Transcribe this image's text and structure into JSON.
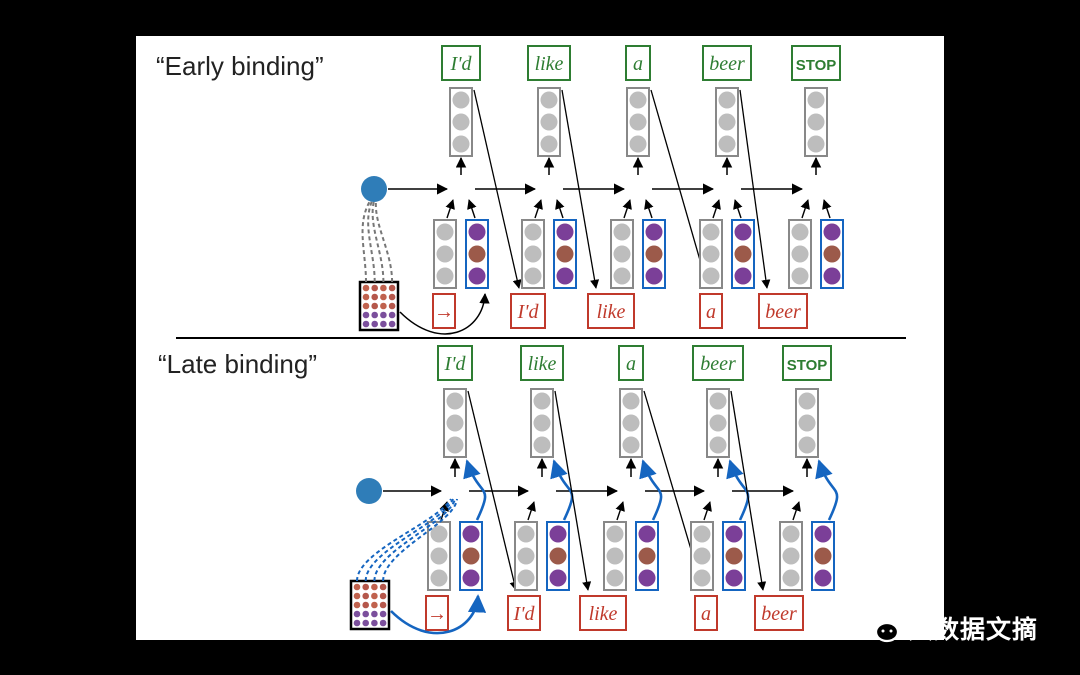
{
  "panels": {
    "early": {
      "title": "“Early binding”",
      "outputs": [
        "I'd",
        "like",
        "a",
        "beer",
        "STOP"
      ],
      "inputs": [
        "→",
        "I'd",
        "like",
        "a",
        "beer"
      ]
    },
    "late": {
      "title": "“Late binding”",
      "outputs": [
        "I'd",
        "like",
        "a",
        "beer",
        "STOP"
      ],
      "inputs": [
        "→",
        "I'd",
        "like",
        "a",
        "beer"
      ]
    }
  },
  "colors": {
    "node": "#2f7db8",
    "output_box": "#2e7d32",
    "input_box": "#c0392b",
    "gray_cell": "#bdbdbd",
    "embed_border": "#1565c0",
    "embed_purple": "#7b3f98",
    "embed_brown": "#9c5a4a",
    "bind_arrow": "#1565c0"
  },
  "watermark": {
    "text": "大数据文摘",
    "icon": "wechat-icon"
  }
}
